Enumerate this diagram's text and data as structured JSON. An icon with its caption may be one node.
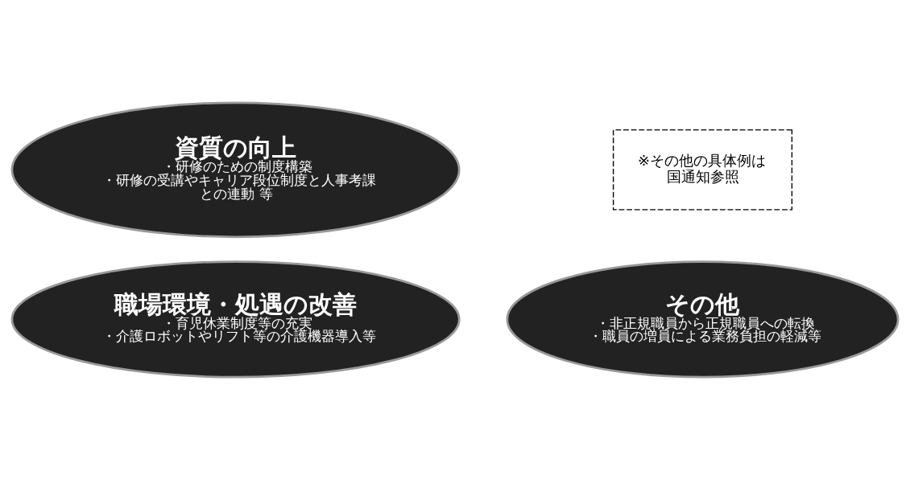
{
  "diagram": {
    "nodes": [
      {
        "text": [
          "資質の向上",
          "・研修のための制度構築",
          "・研修の受講やキャリア段位制度と人事考課との連動 等"
        ]
      },
      {
        "text": [
          "職場環境・処遇の改善",
          "・育児休業制度等の充実",
          "・介護ロボットやリフト等の介護機器導入等"
        ]
      },
      {
        "text": [
          "その他",
          "・非正規職員から正規職員への転換",
          "・職員の増員による業務負担の軽減等"
        ]
      },
      {
        "text": [
          "※その他の具体例は国通知参照"
        ]
      }
    ],
    "edges": []
  }
}
